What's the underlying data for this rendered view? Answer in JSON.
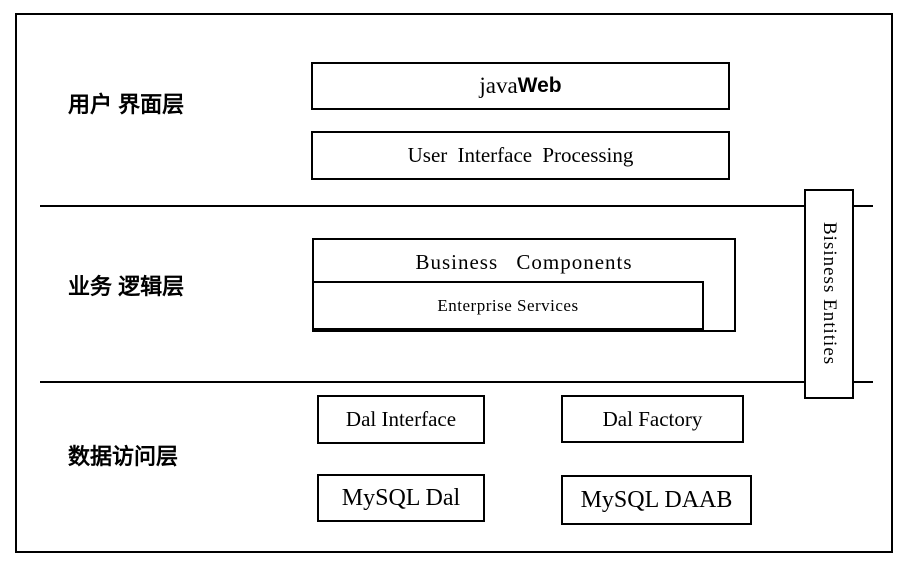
{
  "diagram": {
    "layers": {
      "ui": {
        "label": "用户 界面层"
      },
      "business": {
        "label": "业务 逻辑层"
      },
      "data": {
        "label": "数据访问层"
      }
    },
    "boxes": {
      "javaweb": {
        "part1": "java",
        "part2": "Web"
      },
      "user_interface_processing": "User Interface Processing",
      "business_components": "Business Components",
      "enterprise_services": "Enterprise Services",
      "dal_interface": "Dal Interface",
      "dal_factory": "Dal Factory",
      "mysql_dal": "MySQL Dal",
      "mysql_daab": "MySQL DAAB",
      "business_entities": "Bisiness Entities"
    },
    "colors": {
      "line": "#000000",
      "background": "#ffffff",
      "text": "#000000"
    }
  }
}
